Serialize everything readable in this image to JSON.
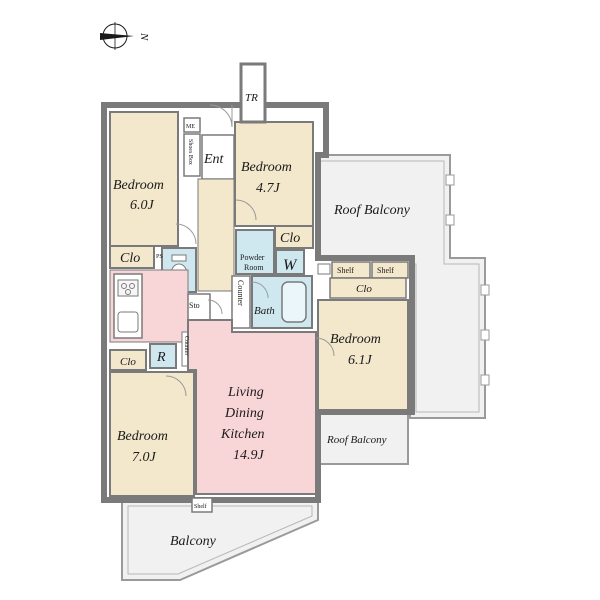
{
  "compass": {
    "label": "N",
    "icon": "north-arrow-icon"
  },
  "colors": {
    "bedroom": "#f3e7cc",
    "ldk": "#f8d6d8",
    "wet": "#cfe8f0",
    "hall": "#f3e7cc",
    "wall": "#7a7a7a",
    "balcony": "#eeeeee"
  },
  "rooms": {
    "bedroom_nw": {
      "name": "Bedroom",
      "size": "6.0J"
    },
    "bedroom_ne": {
      "name": "Bedroom",
      "size": "4.7J"
    },
    "bedroom_e": {
      "name": "Bedroom",
      "size": "6.1J"
    },
    "bedroom_sw": {
      "name": "Bedroom",
      "size": "7.0J"
    },
    "ldk": {
      "line1": "Living",
      "line2": "Dining",
      "line3": "Kitchen",
      "size": "14.9J"
    },
    "entrance": "Ent",
    "tr": "TR",
    "me": "ME",
    "shoes_box": "Shoes Box",
    "ps": "PS",
    "clo_ne": "Clo",
    "clo_nw": "Clo",
    "clo_e": "Clo",
    "clo_sw": "Clo",
    "powder_room_1": "Powder",
    "powder_room_2": "Room",
    "w": "W",
    "counter_vertical": "Counter",
    "bath": "Bath",
    "sto": "Sto",
    "r": "R",
    "counter_small": "Counter",
    "shelf_1": "Shelf",
    "shelf_2": "Shelf",
    "shelf_sw": "Shelf",
    "roof_balcony_large": "Roof Balcony",
    "roof_balcony_small": "Roof Balcony",
    "balcony": "Balcony"
  }
}
